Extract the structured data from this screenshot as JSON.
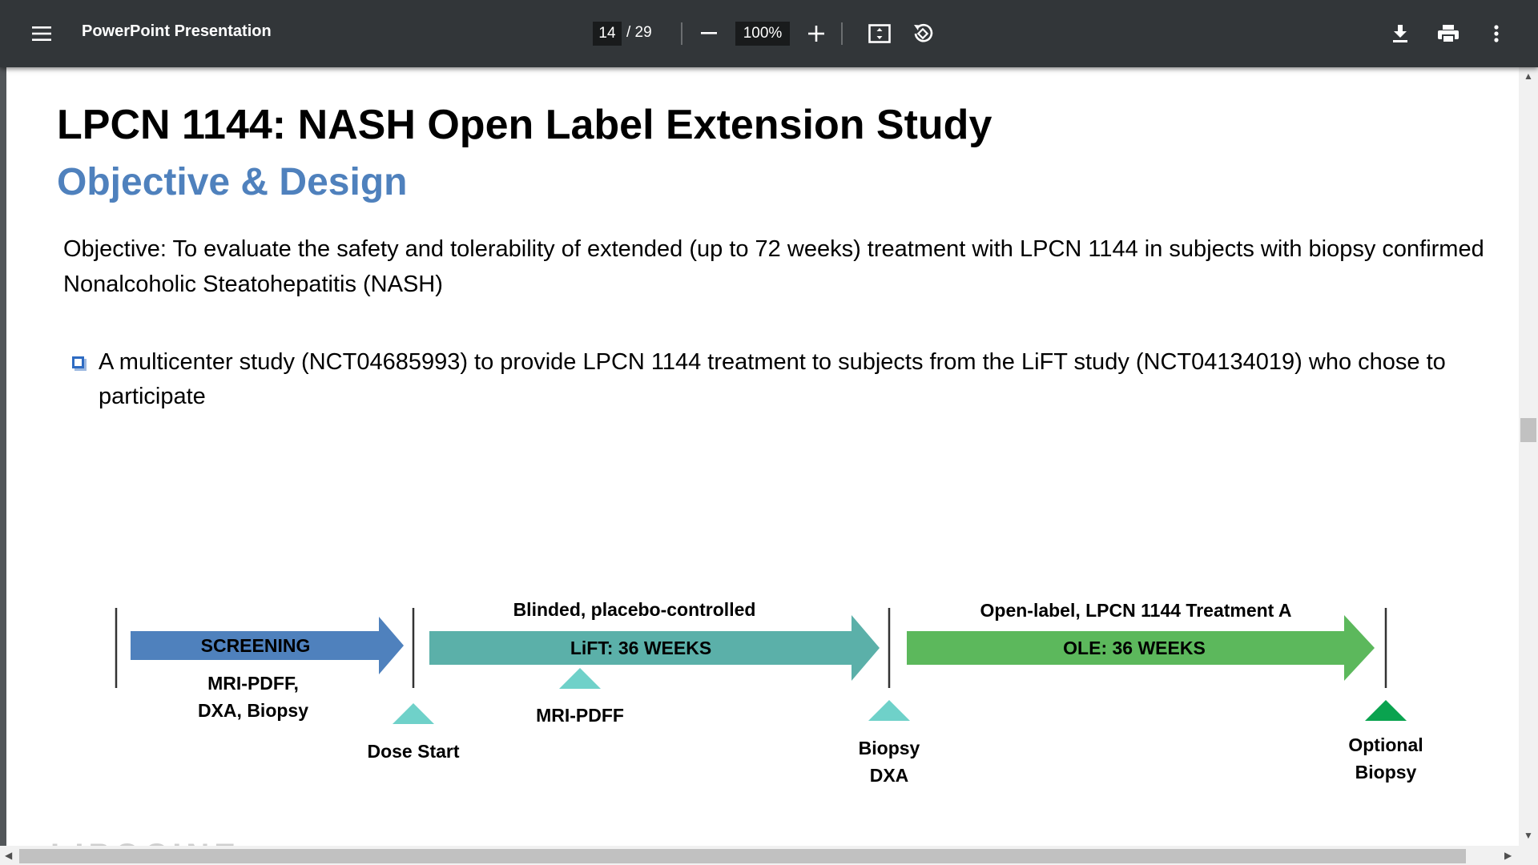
{
  "toolbar": {
    "title": "PowerPoint Presentation",
    "page_current": "14",
    "page_total": "/ 29",
    "zoom": "100%"
  },
  "slide": {
    "title": "LPCN 1144: NASH Open Label Extension Study",
    "subtitle": "Objective & Design",
    "objective": "Objective: To evaluate the safety and tolerability of extended (up to 72 weeks) treatment with LPCN 1144 in subjects with biopsy confirmed Nonalcoholic Steatohepatitis (NASH)",
    "bullet": "A multicenter study (NCT04685993) to provide LPCN 1144 treatment to subjects from the LiFT study (NCT04134019) who chose to participate",
    "timeline": {
      "screening_label": "SCREENING",
      "screening_note_line1": "MRI-PDFF,",
      "screening_note_line2": "DXA,  Biopsy",
      "lift_header": "Blinded, placebo-controlled",
      "lift_label": "LiFT: 36 WEEKS",
      "lift_marker_label": "MRI-PDFF",
      "dose_start": "Dose Start",
      "ole_header": "Open-label, LPCN 1144 Treatment A",
      "ole_label": "OLE: 36 WEEKS",
      "biopsy_line1": "Biopsy",
      "biopsy_line2": "DXA",
      "optional_line1": "Optional",
      "optional_line2": "Biopsy"
    },
    "footer_logo": "LIPOCINE"
  },
  "colors": {
    "toolbar_bg": "#323639",
    "subtitle": "#4f81bd",
    "screening_arrow": "#4f81bd",
    "lift_arrow": "#5bb0a9",
    "ole_arrow": "#5cb85c",
    "marker_light": "#6fd1c9",
    "marker_dark": "#0aa34f"
  },
  "icons": [
    "menu-icon",
    "zoom-out-icon",
    "zoom-in-icon",
    "fit-page-icon",
    "rotate-icon",
    "download-icon",
    "print-icon",
    "more-vert-icon"
  ]
}
